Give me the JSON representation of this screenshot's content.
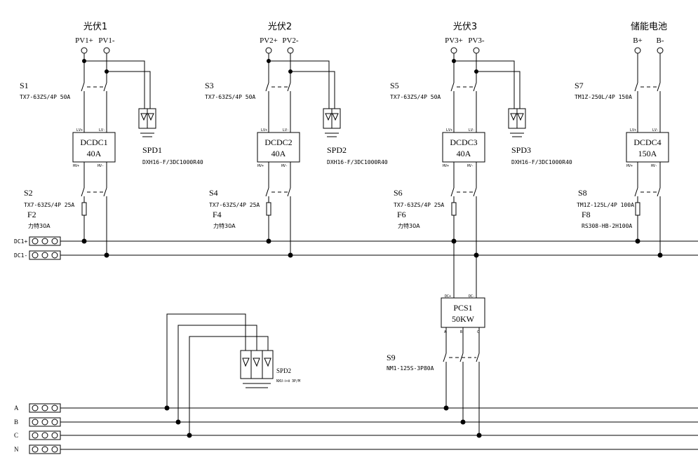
{
  "pv_columns": [
    {
      "title": "光伏1",
      "plus": "PV1+",
      "minus": "PV1-",
      "top_switch": "S1",
      "top_switch_model": "TX7-63ZS/4P 50A",
      "spd": "SPD1",
      "spd_model": "DXH16-F/3DC1000R40",
      "dcdc": "DCDC1",
      "dcdc_rating": "40A",
      "in_pos": "LV+",
      "in_neg": "LV-",
      "out_pos": "HV+",
      "out_neg": "HV-",
      "bottom_switch": "S2",
      "bottom_switch_model": "TX7-63ZS/4P 25A",
      "fuse": "F2",
      "fuse_model": "力特30A"
    },
    {
      "title": "光伏2",
      "plus": "PV2+",
      "minus": "PV2-",
      "top_switch": "S3",
      "top_switch_model": "TX7-63ZS/4P 50A",
      "spd": "SPD2",
      "spd_model": "DXH16-F/3DC1000R40",
      "dcdc": "DCDC2",
      "dcdc_rating": "40A",
      "in_pos": "LV+",
      "in_neg": "LV-",
      "out_pos": "HV+",
      "out_neg": "HV-",
      "bottom_switch": "S4",
      "bottom_switch_model": "TX7-63ZS/4P 25A",
      "fuse": "F4",
      "fuse_model": "力特30A"
    },
    {
      "title": "光伏3",
      "plus": "PV3+",
      "minus": "PV3-",
      "top_switch": "S5",
      "top_switch_model": "TX7-63ZS/4P 50A",
      "spd": "SPD3",
      "spd_model": "DXH16-F/3DC1000R40",
      "dcdc": "DCDC3",
      "dcdc_rating": "40A",
      "in_pos": "LV+",
      "in_neg": "LV-",
      "out_pos": "HV+",
      "out_neg": "HV-",
      "bottom_switch": "S6",
      "bottom_switch_model": "TX7-63ZS/4P 25A",
      "fuse": "F6",
      "fuse_model": "力特30A"
    }
  ],
  "battery": {
    "title": "储能电池",
    "plus": "B+",
    "minus": "B-",
    "top_switch": "S7",
    "top_switch_model": "TM1Z-250L/4P 150A",
    "dcdc": "DCDC4",
    "dcdc_rating": "150A",
    "in_pos": "LV+",
    "in_neg": "LV-",
    "out_pos": "HV+",
    "out_neg": "HV-",
    "bottom_switch": "S8",
    "bottom_switch_model": "TM1Z-125L/4P 100A",
    "fuse": "F8",
    "fuse_model": "RS308-HB-2H100A"
  },
  "dc_bus": {
    "pos": "DC1+",
    "neg": "DC1-"
  },
  "pcs": {
    "name": "PCS1",
    "rating": "50KW",
    "dc_pos": "DC+",
    "dc_neg": "DC-",
    "phase_a": "A",
    "phase_b": "B",
    "phase_c": "C",
    "switch": "S9",
    "switch_model": "NM1-125S-3P80A"
  },
  "ac_spd": {
    "name": "SPD2",
    "model": "NXU-Ⅰ+Ⅱ 3P/M"
  },
  "ac_bus": {
    "a": "A",
    "b": "B",
    "c": "C",
    "n": "N"
  },
  "colors": {
    "line": "#000000",
    "background": "#ffffff"
  }
}
